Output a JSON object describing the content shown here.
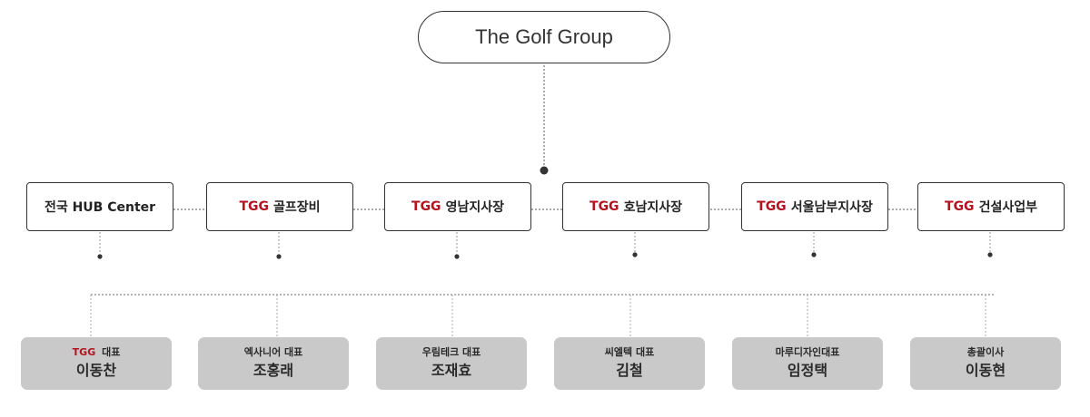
{
  "root": {
    "label": "The Golf Group"
  },
  "departments": [
    {
      "brand": "",
      "name": "전국 HUB Center"
    },
    {
      "brand": "TGG",
      "name": "골프장비"
    },
    {
      "brand": "TGG",
      "name": "영남지사장"
    },
    {
      "brand": "TGG",
      "name": "호남지사장"
    },
    {
      "brand": "TGG",
      "name": "서울남부지사장"
    },
    {
      "brand": "TGG",
      "name": "건설사업부"
    }
  ],
  "people": [
    {
      "brand": "TGG",
      "title": "대표",
      "name": "이동찬"
    },
    {
      "brand": "",
      "title": "엑사니어 대표",
      "name": "조홍래"
    },
    {
      "brand": "",
      "title": "우림테크 대표",
      "name": "조재효"
    },
    {
      "brand": "",
      "title": "씨엘텍 대표",
      "name": "김철"
    },
    {
      "brand": "",
      "title": "마루디자인대표",
      "name": "임정택"
    },
    {
      "brand": "",
      "title": "총괄이사",
      "name": "이동현"
    }
  ],
  "colors": {
    "accent": "#b3121f",
    "card_bg": "#c9c9c9",
    "border": "#333333",
    "connector": "#888888"
  }
}
